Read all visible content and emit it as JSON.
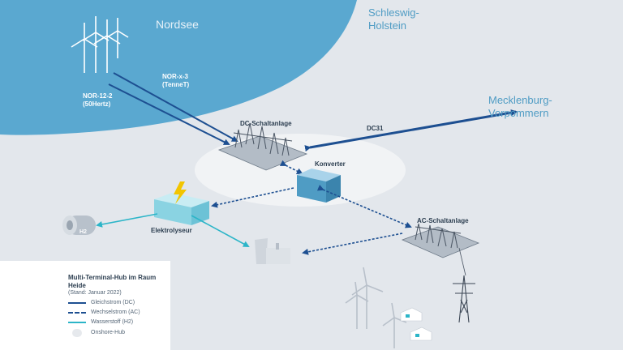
{
  "map": {
    "sea_label": "Nordsee",
    "region_sh_line1": "Schleswig-",
    "region_sh_line2": "Holstein",
    "region_mv_line1": "Mecklenburg-",
    "region_mv_line2": "Vorpommern"
  },
  "feeds": {
    "nor_x_3_line1": "NOR-x-3",
    "nor_x_3_line2": "(TenneT)",
    "nor_12_2_line1": "NOR-12-2",
    "nor_12_2_line2": "(50Hertz)"
  },
  "nodes": {
    "dc_switchgear": "DC-Schaltanlage",
    "dc31": "DC31",
    "converter": "Konverter",
    "electrolyser": "Elektrolyseur",
    "ac_switchgear": "AC-Schaltanlage",
    "h2": "H2"
  },
  "legend": {
    "title": "Multi-Terminal-Hub im Raum Heide",
    "subtitle": "(Stand: Januar 2022)",
    "items": [
      {
        "label": "Gleichstrom (DC)",
        "color": "#1d4f91"
      },
      {
        "label": "Wechselstrom (AC)",
        "color": "#1d4f91"
      },
      {
        "label": "Wasserstoff (H2)",
        "color": "#2cb5c8"
      },
      {
        "label": "Onshore-Hub",
        "color": "#f1f3f5"
      }
    ]
  },
  "colors": {
    "sea": "#5aa8d0",
    "land": "#e3e7ec",
    "dc_line": "#1d4f91",
    "ac_line": "#1d4f91",
    "h2_line": "#2cb5c8",
    "hub": "#f1f3f5"
  }
}
